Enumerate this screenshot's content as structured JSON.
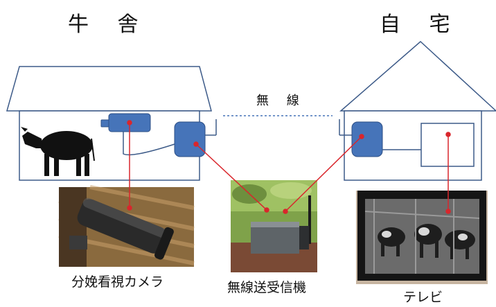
{
  "barn": {
    "title": "牛 舎"
  },
  "home": {
    "title": "自 宅"
  },
  "link": {
    "label": "無 線"
  },
  "devices": {
    "camera": "分娩看視カメラ",
    "transceiver": "無線送受信機",
    "tv": "テレビ"
  },
  "colors": {
    "outline": "#3c5a88",
    "device_fill": "#4674b9",
    "connection": "#d9262c",
    "wireless_dash": "#4674b9"
  }
}
